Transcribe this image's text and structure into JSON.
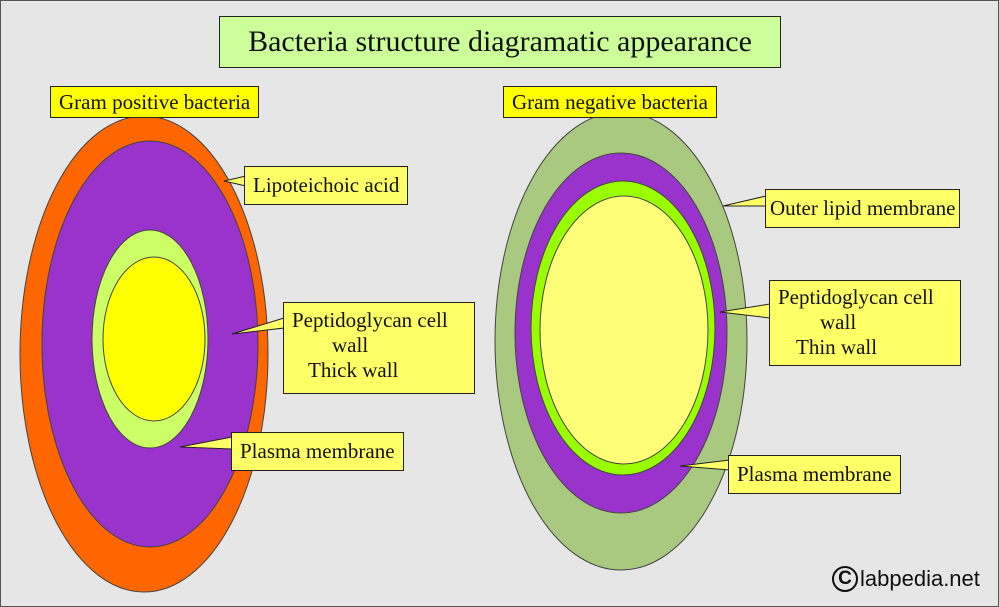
{
  "title": "Bacteria structure diagramatic appearance",
  "gram_positive": {
    "header": "Gram positive bacteria",
    "labels": {
      "lipoteichoic": "Lipoteichoic acid",
      "peptidoglycan_line1": "Peptidoglycan cell",
      "peptidoglycan_line2": "wall",
      "peptidoglycan_line3": "Thick wall",
      "plasma": "Plasma membrane"
    }
  },
  "gram_negative": {
    "header": "Gram negative bacteria",
    "labels": {
      "outer": "Outer lipid membrane",
      "peptidoglycan_line1": "Peptidoglycan cell",
      "peptidoglycan_line2": "wall",
      "peptidoglycan_line3": "Thin wall",
      "plasma": "Plasma membrane"
    }
  },
  "watermark": {
    "symbol": "C",
    "text": "labpedia.net"
  },
  "colors": {
    "background": "#e6e6e6",
    "title_bg": "#ccff99",
    "header_bg": "#ffff00",
    "label_bg": "#ffff66",
    "orange_layer": "#ff6600",
    "purple_layer": "#9933cc",
    "light_green_layer": "#ccff66",
    "yellow_core": "#ffff00",
    "sage_layer": "#a8c97f",
    "bright_green_layer": "#99ff00",
    "pale_yellow_core": "#ffff77"
  }
}
